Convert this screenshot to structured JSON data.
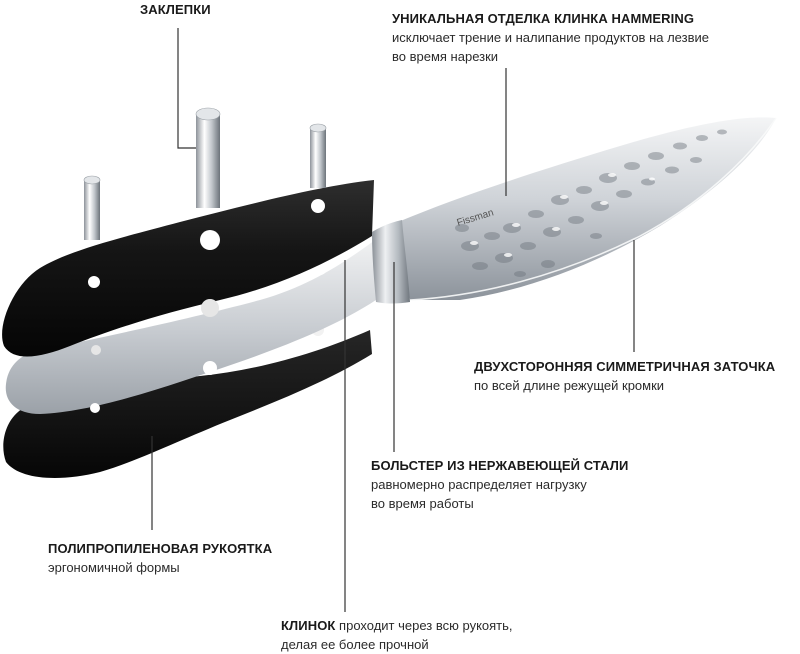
{
  "labels": {
    "rivets": {
      "title": "ЗАКЛЕПКИ"
    },
    "hammering": {
      "title": "УНИКАЛЬНАЯ ОТДЕЛКА КЛИНКА HAMMERING",
      "line1": "исключает трение и налипание продуктов на лезвие",
      "line2": "во время нарезки"
    },
    "sharpening": {
      "title": "ДВУХСТОРОННЯЯ СИММЕТРИЧНАЯ ЗАТОЧКА",
      "line1": "по всей длине режущей кромки"
    },
    "bolster": {
      "title": "БОЛЬСТЕР ИЗ НЕРЖАВЕЮЩЕЙ СТАЛИ",
      "line1": "равномерно распределяет нагрузку",
      "line2": "во время работы"
    },
    "handle": {
      "title": "ПОЛИПРОПИЛЕНОВАЯ РУКОЯТКА",
      "line1": "эргономичной формы"
    },
    "tang": {
      "title": "КЛИНОК",
      "line1": " проходит через всю рукоять,",
      "line2": "делая ее более прочной"
    }
  },
  "brand": {
    "blade_mark": "Fissman"
  },
  "colors": {
    "leader": "#333333",
    "handle": "#141414",
    "steel_light": "#e9ecef",
    "steel_mid": "#b8bec5",
    "steel_dark": "#7d848c"
  }
}
